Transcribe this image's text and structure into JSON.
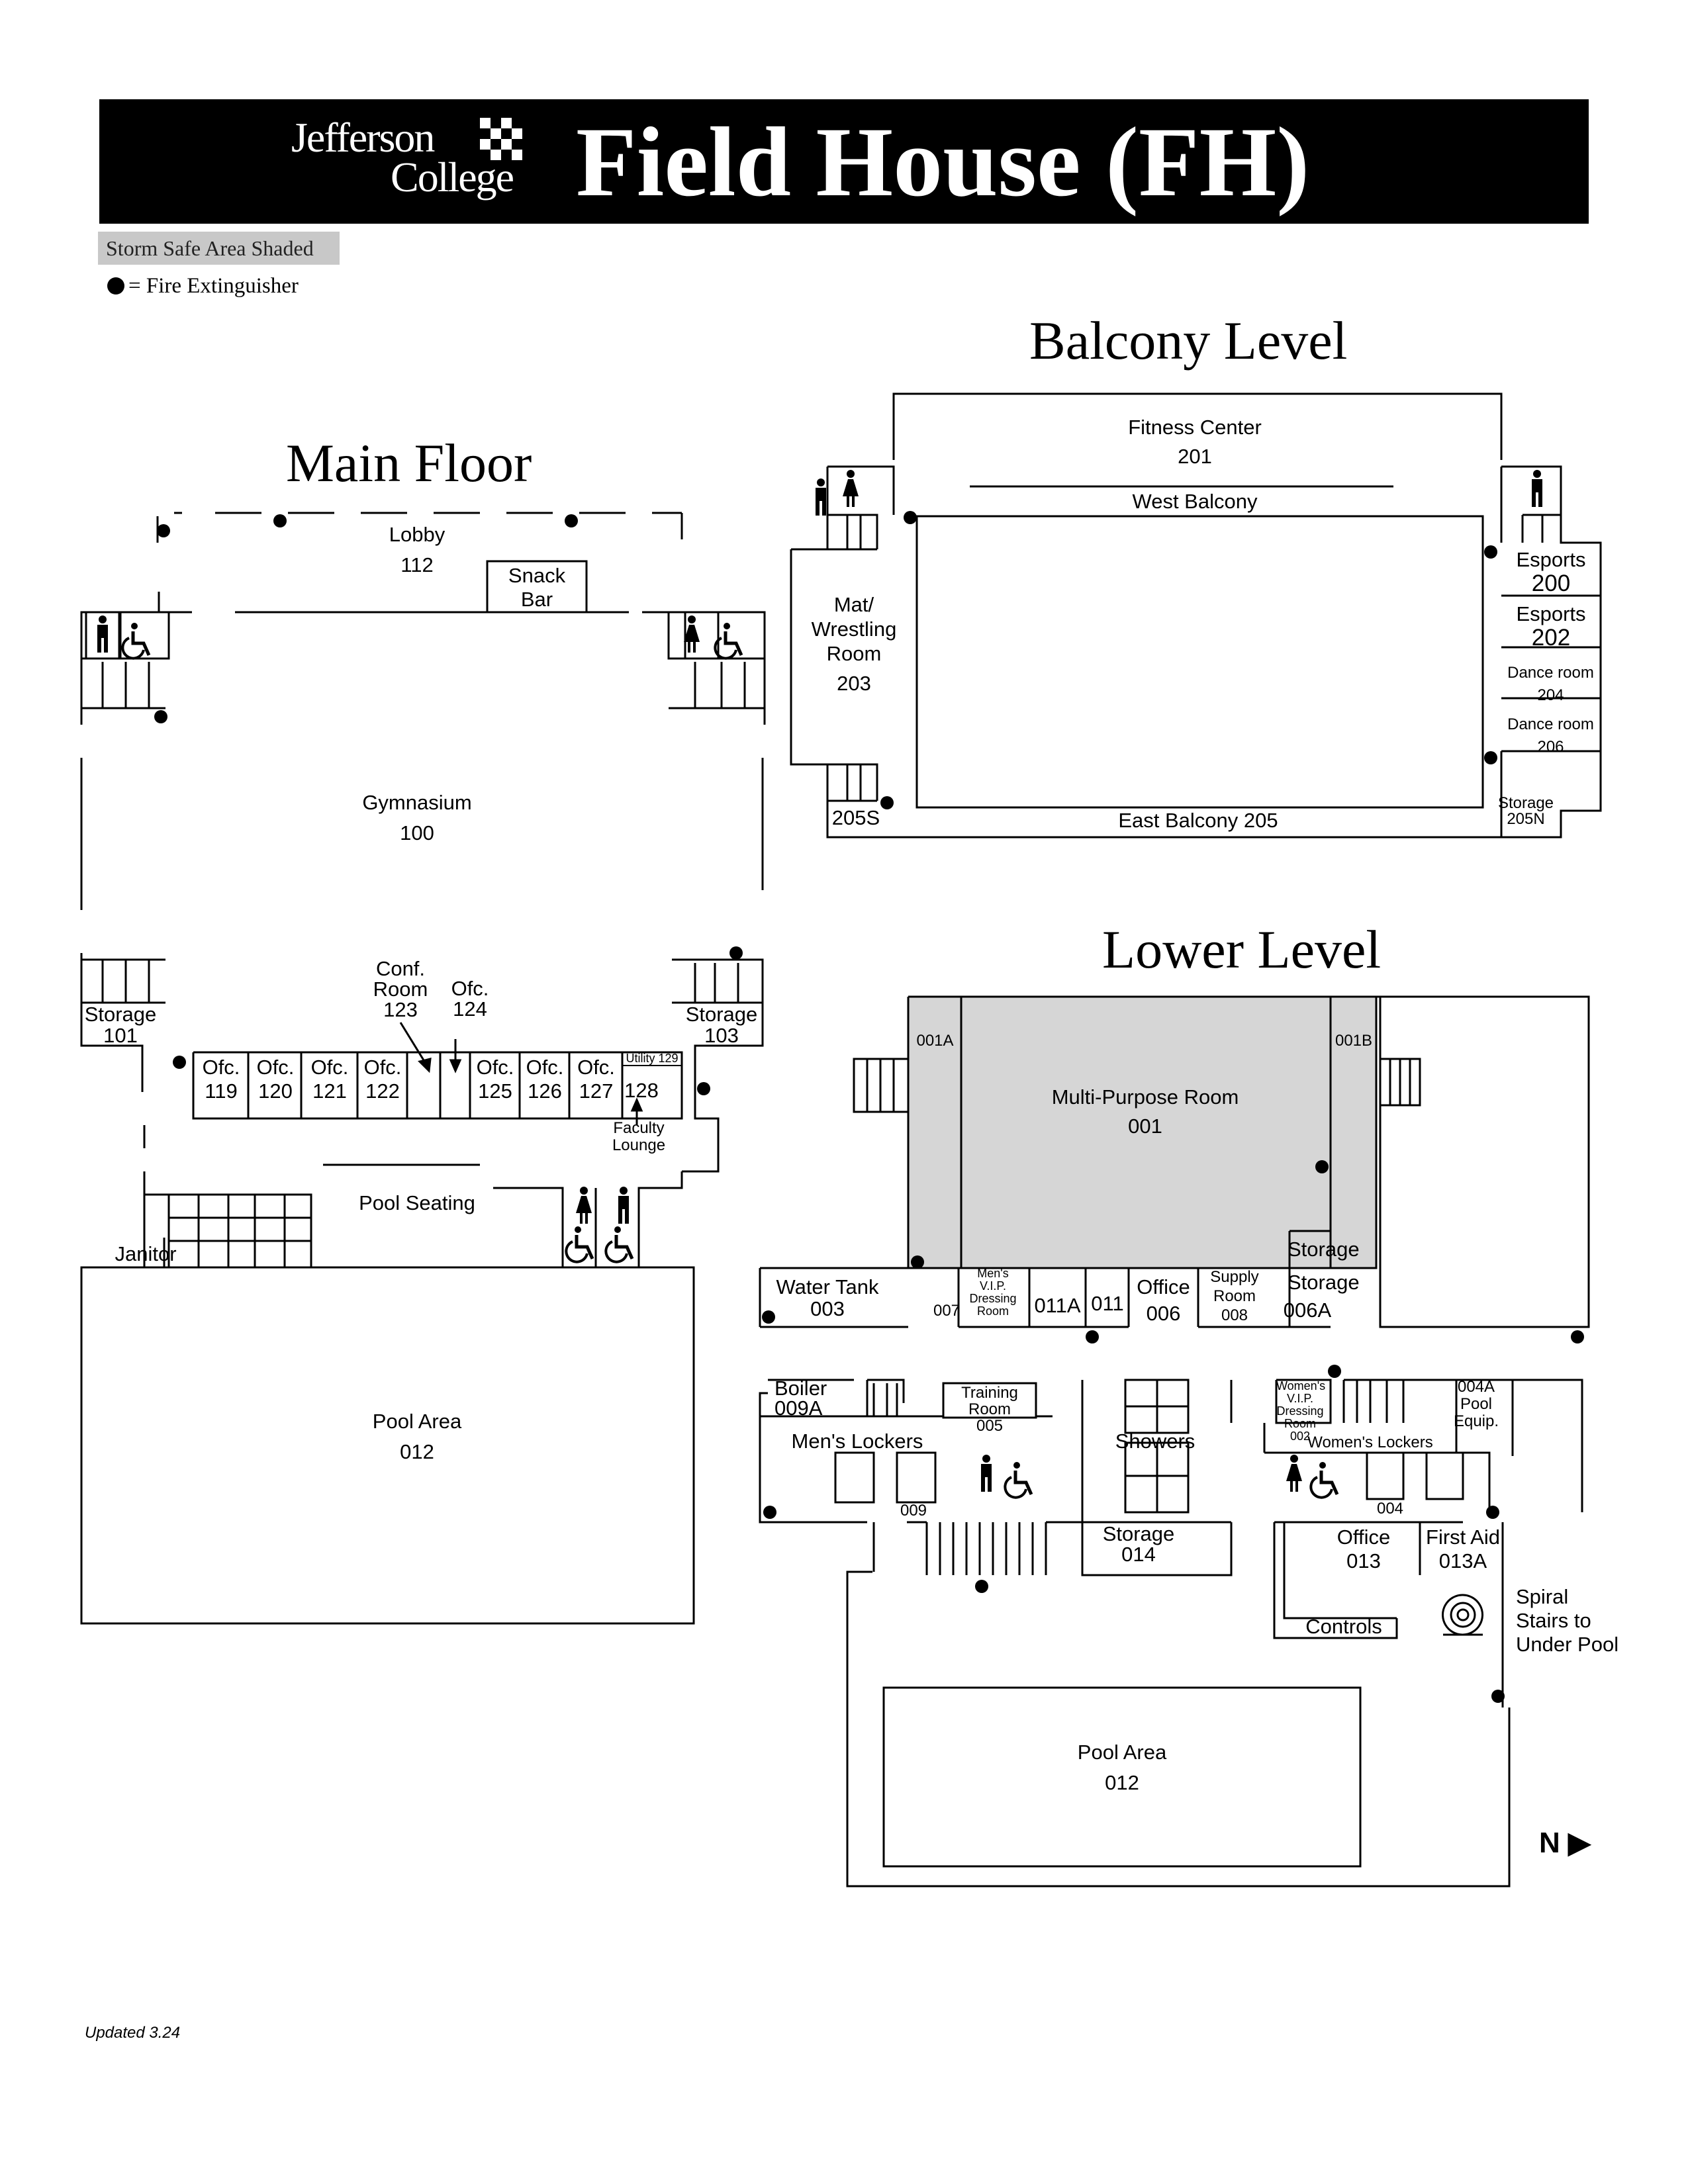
{
  "header": {
    "logo_line1": "Jefferson",
    "logo_line2": "College",
    "title": "Field House (FH)"
  },
  "legend": {
    "storm_safe": "Storm Safe Area Shaded",
    "fire_extinguisher": "= Fire Extinguisher"
  },
  "levels": {
    "main_floor": "Main Floor",
    "balcony": "Balcony Level",
    "lower": "Lower Level"
  },
  "main_floor": {
    "lobby": [
      "Lobby",
      "112"
    ],
    "snack_bar": [
      "Snack",
      "Bar"
    ],
    "gymnasium": [
      "Gymnasium",
      "100"
    ],
    "storage_101": [
      "Storage",
      "101"
    ],
    "storage_103": [
      "Storage",
      "103"
    ],
    "conf_room": [
      "Conf.",
      "Room",
      "123"
    ],
    "ofc_124": [
      "Ofc.",
      "124"
    ],
    "ofc_119": [
      "Ofc.",
      "119"
    ],
    "ofc_120": [
      "Ofc.",
      "120"
    ],
    "ofc_121": [
      "Ofc.",
      "121"
    ],
    "ofc_122": [
      "Ofc.",
      "122"
    ],
    "ofc_125": [
      "Ofc.",
      "125"
    ],
    "ofc_126": [
      "Ofc.",
      "126"
    ],
    "ofc_127": [
      "Ofc.",
      "127"
    ],
    "utility_129": "Utility 129",
    "room_128": "128",
    "faculty_lounge": [
      "Faculty",
      "Lounge"
    ],
    "pool_seating": "Pool Seating",
    "janitor": "Janitor",
    "pool_area": [
      "Pool Area",
      "012"
    ]
  },
  "balcony": {
    "fitness_center": [
      "Fitness Center",
      "201"
    ],
    "west_balcony": "West Balcony",
    "mat_room": [
      "Mat/",
      "Wrestling",
      "Room",
      "203"
    ],
    "esports_200": [
      "Esports",
      "200"
    ],
    "esports_202": [
      "Esports",
      "202"
    ],
    "dance_204": [
      "Dance room",
      "204"
    ],
    "dance_206": [
      "Dance room",
      "206"
    ],
    "storage_205n": [
      "Storage",
      "205N"
    ],
    "room_205s": "205S",
    "east_balcony": "East Balcony  205"
  },
  "lower": {
    "room_001a": "001A",
    "room_001b": "001B",
    "multi_purpose": [
      "Multi-Purpose Room",
      "001"
    ],
    "storage_a": "Storage",
    "storage_b": "Storage",
    "room_006a": "006A",
    "water_tank": [
      "Water Tank",
      "003"
    ],
    "room_007": "007",
    "mens_vip": [
      "Men's",
      "V.I.P.",
      "Dressing",
      "Room"
    ],
    "room_011a": "011A",
    "room_011": "011",
    "office_006": [
      "Office",
      "006"
    ],
    "supply_room": [
      "Supply",
      "Room",
      "008"
    ],
    "boiler": [
      "Boiler",
      "009A"
    ],
    "training_room": [
      "Training",
      "Room"
    ],
    "training_num": "005",
    "mens_lockers": "Men's  Lockers",
    "room_009": "009",
    "showers": "Showers",
    "storage_014": [
      "Storage",
      "014"
    ],
    "womens_vip": [
      "Women's",
      "V.I.P.",
      "Dressing",
      "Room"
    ],
    "womens_vip_num": "002",
    "pool_equip": [
      "004A",
      "Pool",
      "Equip."
    ],
    "womens_lockers": "Women's Lockers",
    "room_004": "004",
    "office_013": [
      "Office",
      "013"
    ],
    "first_aid": [
      "First Aid",
      "013A"
    ],
    "controls": "Controls",
    "spiral_stairs": [
      "Spiral",
      "Stairs to",
      "Under Pool"
    ],
    "pool_area": [
      "Pool Area",
      "012"
    ]
  },
  "footer": {
    "updated": "Updated 3.24",
    "north": "N ▶"
  },
  "colors": {
    "storm_safe_shade": "#d6d6d6",
    "legend_box": "#c8c8c8",
    "ink": "#000000"
  }
}
